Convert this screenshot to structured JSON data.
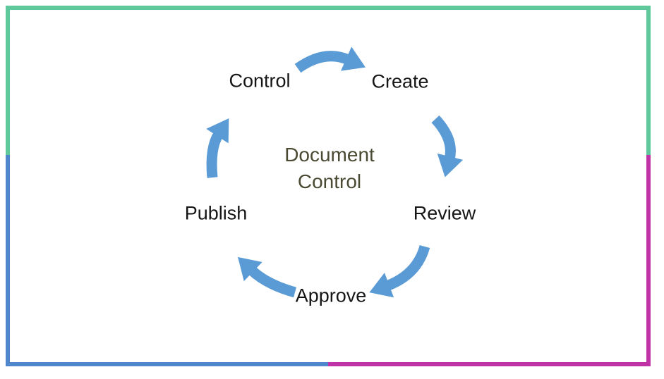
{
  "diagram": {
    "center_label": {
      "line1": "Document",
      "line2": "Control"
    },
    "stages": [
      {
        "label": "Control"
      },
      {
        "label": "Create"
      },
      {
        "label": "Review"
      },
      {
        "label": "Approve"
      },
      {
        "label": "Publish"
      }
    ],
    "arrows": [
      {
        "name": "control-to-create"
      },
      {
        "name": "create-to-review"
      },
      {
        "name": "review-to-approve"
      },
      {
        "name": "approve-to-publish"
      },
      {
        "name": "publish-to-control"
      }
    ],
    "colors": {
      "arrow_blue": "#5b9bd5",
      "center_text_olive": "#4a4a33",
      "stage_text": "#151515",
      "frame_green": "#5fc99b",
      "frame_blue": "#4f86cc",
      "frame_magenta": "#bf33a6",
      "background": "#ffffff"
    }
  }
}
